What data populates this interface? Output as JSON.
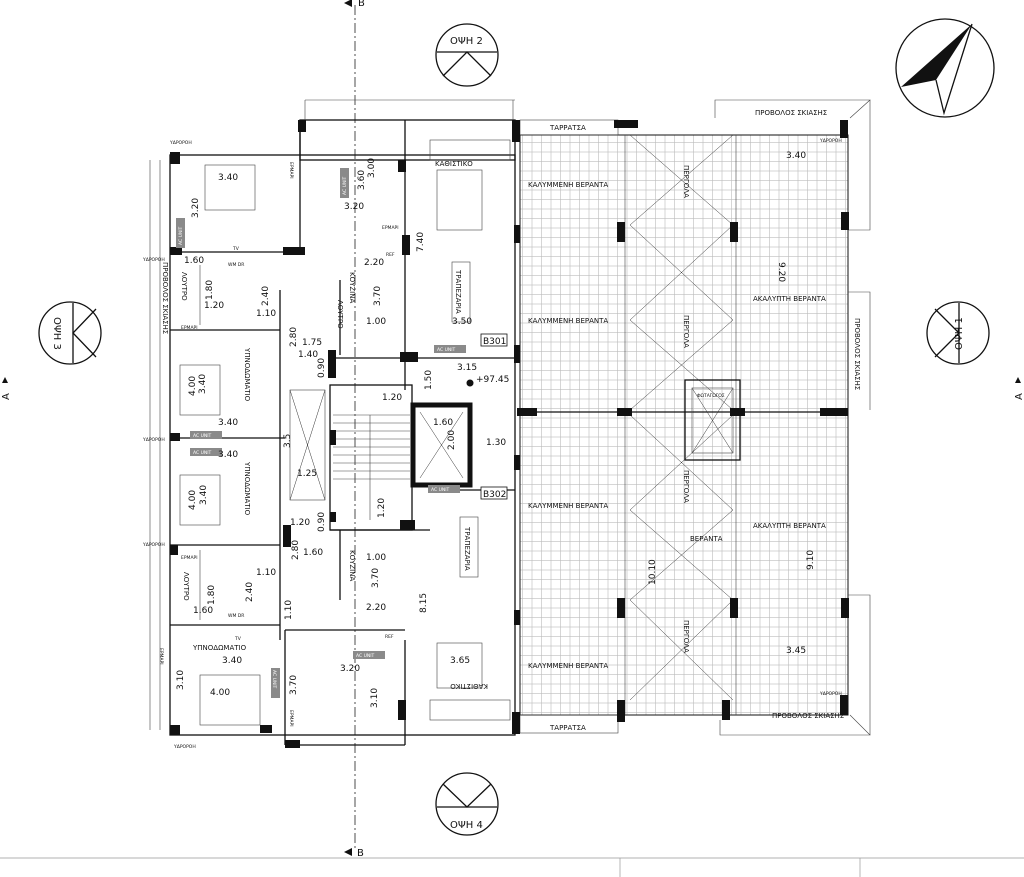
{
  "markers": {
    "section_a": "A",
    "section_b": "B",
    "elev_1": "ΟΨΗ 1",
    "elev_2": "ΟΨΗ 2",
    "elev_3": "ΟΨΗ 3",
    "elev_4": "ΟΨΗ 4"
  },
  "units": {
    "upper": "B301",
    "lower": "B302"
  },
  "level": "+97.45",
  "rooms": {
    "living": "ΚΑΘΙΣΤΙΚΟ",
    "dining": "ΤΡΑΠΕΖΑΡΙΑ",
    "kitchen": "ΚΟΥΖΙΝΑ",
    "bath": "ΛΟΥΤΡΟ",
    "bedroom": "ΥΠΝΟΔΩΜΑΤΙΟ",
    "wardrobe": "ΕΡΜΑΡΙ",
    "covered_veranda": "ΚΑΛΥΜΜΕΝΗ ΒΕΡΑΝΤΑ",
    "open_veranda": "ΑΚΑΛΥΠΤΗ ΒΕΡΑΝΤΑ",
    "veranda": "ΒΕΡΑΝΤΑ",
    "pergola": "ΠΕΡΓΟΛΑ",
    "terrace": "ΤΑΡΡΑΤΣΑ",
    "shading": "ΠΡΟΒΟΛΟΣ ΣΚΙΑΣΗΣ",
    "lightwell": "ΦΩΤΑΓΩΓΟΣ",
    "downpipe": "ΥΔΡΟΡΟΗ",
    "ac_unit": "AC UNIT",
    "tv": "TV",
    "ref": "REF",
    "wm": "WM DR"
  },
  "dims": [
    "3.40",
    "3.20",
    "3.60",
    "3.00",
    "3.20",
    "7.40",
    "2.20",
    "3.70",
    "1.00",
    "3.50",
    "1.60",
    "1.80",
    "1.20",
    "2.40",
    "1.10",
    "2.80",
    "1.75",
    "1.40",
    "0.90",
    "3.15",
    "1.50",
    "1.20",
    "4.00",
    "3.40",
    "3.40",
    "3.40",
    "3.5",
    "1.25",
    "1.60",
    "2.00",
    "1.30",
    "1.20",
    "4.00",
    "3.40",
    "1.20",
    "0.90",
    "2.80",
    "1.60",
    "1.10",
    "1.00",
    "2.40",
    "1.80",
    "1.60",
    "3.70",
    "2.20",
    "1.10",
    "8.15",
    "3.40",
    "3.20",
    "3.65",
    "3.10",
    "4.00",
    "3.70",
    "3.10",
    "3.40",
    "9.20",
    "10.10",
    "9.10",
    "3.45"
  ]
}
